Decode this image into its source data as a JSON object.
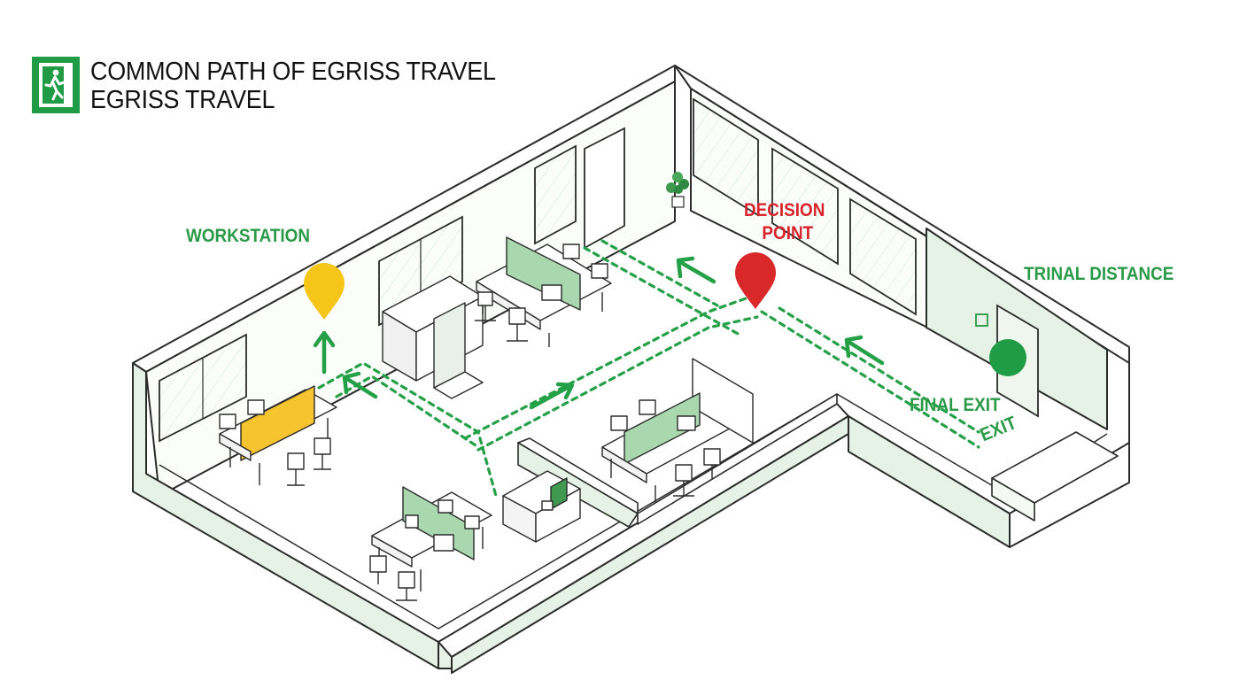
{
  "title": {
    "line1": "COMMON PATH OF EGRISS TRAVEL",
    "line2": "EGRISS TRAVEL",
    "icon": "emergency-exit-running-man-icon"
  },
  "labels": {
    "workstation": "WORKSTATION",
    "decision_point_line1": "DECISION",
    "decision_point_line2": "POINT",
    "trinal_distance": "TRINAL DISTANCE",
    "final_exit": "FINAL EXIT",
    "exit": "EXIT"
  },
  "colors": {
    "route_green": "#24a047",
    "exit_green": "#1f9c45",
    "workstation_marker": "#f5c518",
    "decision_marker": "#d9282a",
    "panel_green": "#a9d7ae",
    "wall_tint": "#e6f2e6",
    "line": "#2b2b2b"
  },
  "markers": [
    {
      "name": "workstation-marker",
      "kind": "pin",
      "color": "#f5c518"
    },
    {
      "name": "decision-point-marker",
      "kind": "pin",
      "color": "#d9282a"
    },
    {
      "name": "final-exit-marker",
      "kind": "dot",
      "color": "#1f9c45"
    }
  ]
}
